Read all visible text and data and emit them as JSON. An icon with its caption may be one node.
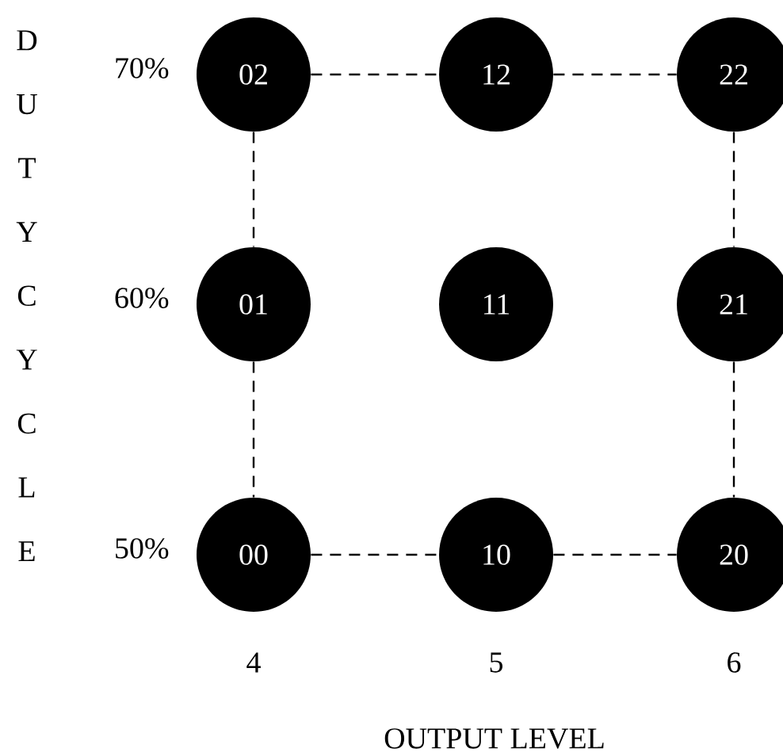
{
  "diagram": {
    "nodes": [
      {
        "text": [
          "02"
        ]
      },
      {
        "text": [
          "12"
        ]
      },
      {
        "text": [
          "22"
        ]
      },
      {
        "text": [
          "01"
        ]
      },
      {
        "text": [
          "11"
        ]
      },
      {
        "text": [
          "21"
        ]
      },
      {
        "text": [
          "00"
        ]
      },
      {
        "text": [
          "10"
        ]
      },
      {
        "text": [
          "20"
        ]
      }
    ],
    "edges": [
      {
        "from": 0,
        "to": 1,
        "arrow": "none",
        "style": "dashed"
      },
      {
        "from": 1,
        "to": 2,
        "arrow": "none",
        "style": "dashed"
      },
      {
        "from": 0,
        "to": 3,
        "arrow": "none",
        "style": "dashed"
      },
      {
        "from": 2,
        "to": 5,
        "arrow": "none",
        "style": "dashed"
      },
      {
        "from": 3,
        "to": 6,
        "arrow": "none",
        "style": "dashed"
      },
      {
        "from": 5,
        "to": 8,
        "arrow": "none",
        "style": "dashed"
      },
      {
        "from": 6,
        "to": 7,
        "arrow": "none",
        "style": "dashed"
      },
      {
        "from": 7,
        "to": 8,
        "arrow": "none",
        "style": "dashed"
      }
    ],
    "labels": [
      "DUTY CYCLE",
      "70%",
      "60%",
      "50%",
      "4",
      "5",
      "6",
      "OUTPUT LEVEL"
    ]
  }
}
